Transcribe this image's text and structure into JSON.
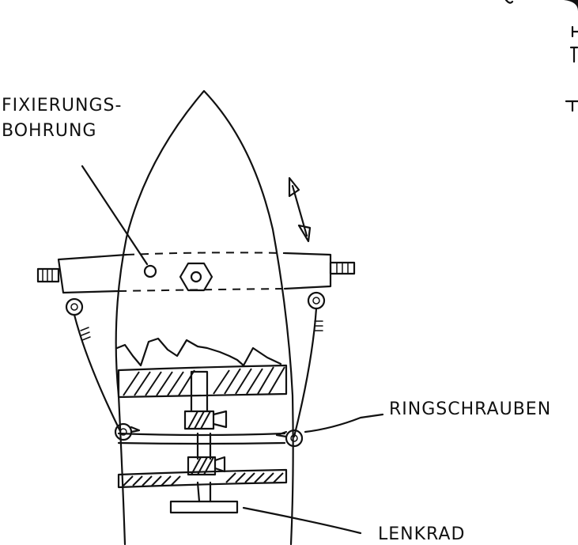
{
  "labels": {
    "fixing_hole_line1": "FIXIERUNGS-",
    "fixing_hole_line2": "BOHRUNG",
    "eye_bolts": "RINGSCHRAUBEN",
    "steering_wheel": "LENKRAD"
  },
  "icons": {
    "adjust_arrow": "double-arrow-icon",
    "hex_nut": "hex-nut-icon",
    "eye_bolt": "eye-bolt-icon",
    "worm_gear": "worm-gear-icon"
  },
  "colors": {
    "ink": "#111111",
    "paper": "#ffffff"
  }
}
